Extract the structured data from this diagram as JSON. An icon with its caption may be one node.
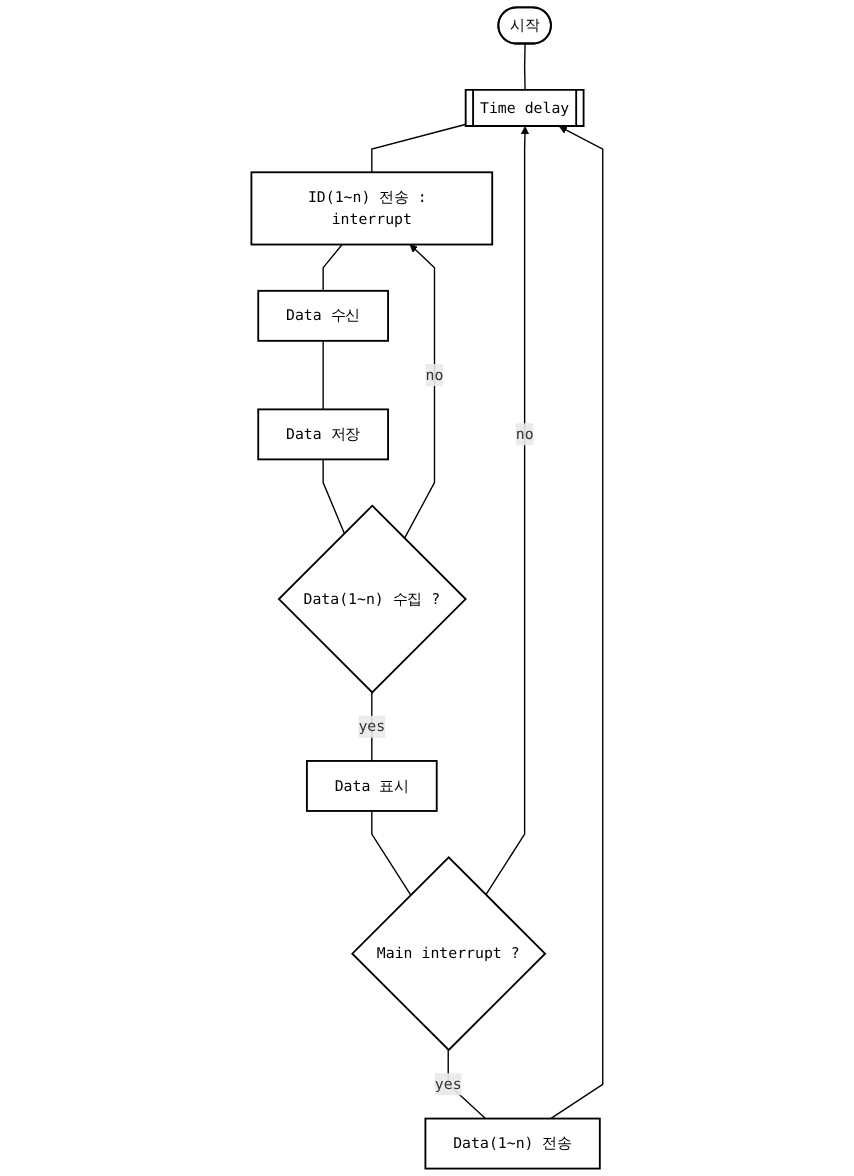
{
  "diagram": {
    "nodes": [
      {
        "text": [
          "시작"
        ]
      },
      {
        "text": [
          "Time delay"
        ]
      },
      {
        "text": [
          "ID(1~n) 전송 : interrupt"
        ]
      },
      {
        "text": [
          "Data 수신"
        ]
      },
      {
        "text": [
          "Data 저장"
        ]
      },
      {
        "text": [
          "Data(1~n) 수집 ?"
        ]
      },
      {
        "text": [
          "Data 표시"
        ]
      },
      {
        "text": [
          "Main interrupt ?"
        ]
      },
      {
        "text": [
          "Data(1~n) 전송"
        ]
      }
    ],
    "edges": [
      {
        "from": 0,
        "to": 1,
        "arrow": "none"
      },
      {
        "from": 1,
        "to": 2,
        "arrow": "none"
      },
      {
        "from": 2,
        "to": 3,
        "arrow": "none"
      },
      {
        "from": 3,
        "to": 4,
        "arrow": "none"
      },
      {
        "from": 4,
        "to": 5,
        "arrow": "none"
      },
      {
        "from": 5,
        "to": 2,
        "label": "no",
        "arrow": "to"
      },
      {
        "from": 5,
        "to": 6,
        "label": "yes",
        "arrow": "none"
      },
      {
        "from": 6,
        "to": 7,
        "arrow": "none"
      },
      {
        "from": 7,
        "to": 1,
        "label": "no",
        "arrow": "to"
      },
      {
        "from": 7,
        "to": 8,
        "label": "yes",
        "arrow": "none"
      },
      {
        "from": 8,
        "to": 1,
        "arrow": "to"
      }
    ]
  }
}
